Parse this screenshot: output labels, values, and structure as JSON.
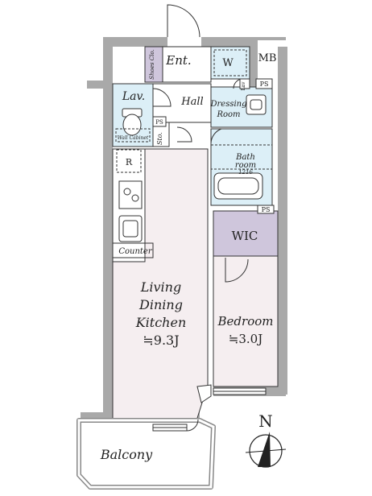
{
  "rooms": {
    "entrance": "Ent.",
    "w_closet": "W",
    "mb": "MB",
    "shoes_closet": "Shoes Clo.",
    "lavatory": "Lav.",
    "hall": "Hall",
    "dressing_line1": "Dressing",
    "dressing_line2": "Room",
    "ps_top": "PS",
    "ps_left": "PS",
    "ps_wic": "PS",
    "storage": "Sto.",
    "wall_cabinet": "Wall Cabinet",
    "refrigerator": "R",
    "bath_line1": "Bath",
    "bath_line2": "room",
    "bath_size": "1216",
    "wic": "WIC",
    "counter": "Counter",
    "ldk_line1": "Living",
    "ldk_line2": "Dining",
    "ldk_line3": "Kitchen",
    "ldk_size": "≒9.3J",
    "bedroom": "Bedroom",
    "bedroom_size": "≒3.0J",
    "balcony": "Balcony",
    "lav_sink_label": "Lav"
  },
  "compass": {
    "north": "N"
  },
  "colors": {
    "wall": "#a9a9a9",
    "ldk_floor": "#f5eef0",
    "wet_floor": "#dceff7",
    "wic_floor": "#cfc6dc",
    "shoes_floor": "#cfc6dc",
    "balcony_floor": "#ffffff"
  }
}
